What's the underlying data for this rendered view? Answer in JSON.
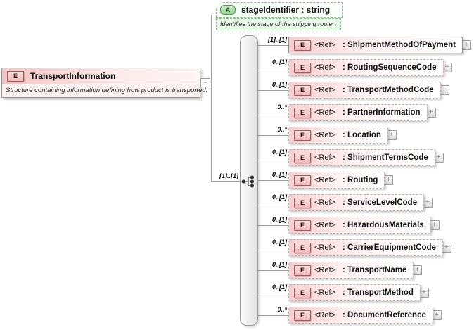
{
  "root_element": {
    "icon": "E",
    "title": "TransportInformation",
    "annotation": "Structure containing information defining how product is transported."
  },
  "attribute": {
    "icon": "A",
    "label": "stageIdentifier : string",
    "annotation": "Identifies the stage of the shipping route."
  },
  "sequence": {
    "compositor": "sequence",
    "cardinality": "[1]..[1]"
  },
  "icons": {
    "collapse": "−",
    "expand": "+",
    "element_badge": "E",
    "attribute_badge": "A"
  },
  "colors": {
    "element_fill": "#f7cdcd",
    "element_border": "#999999",
    "attribute_fill": "#e9f7e9",
    "attribute_border": "#8cb48c",
    "bar_fill": "#e8e8e8",
    "connector": "#9a9a9a"
  },
  "elements": [
    {
      "cardinality": "[1]..[1]",
      "icon": "E",
      "ref": "<Ref>",
      "name": ": ShipmentMethodOfPayment",
      "required": true
    },
    {
      "cardinality": "0..[1]",
      "icon": "E",
      "ref": "<Ref>",
      "name": ": RoutingSequenceCode",
      "required": false
    },
    {
      "cardinality": "0..[1]",
      "icon": "E",
      "ref": "<Ref>",
      "name": ": TransportMethodCode",
      "required": false
    },
    {
      "cardinality": "0..*",
      "icon": "E",
      "ref": "<Ref>",
      "name": ": PartnerInformation",
      "required": false
    },
    {
      "cardinality": "0..*",
      "icon": "E",
      "ref": "<Ref>",
      "name": ": Location",
      "required": false
    },
    {
      "cardinality": "0..[1]",
      "icon": "E",
      "ref": "<Ref>",
      "name": ": ShipmentTermsCode",
      "required": false
    },
    {
      "cardinality": "0..[1]",
      "icon": "E",
      "ref": "<Ref>",
      "name": ": Routing",
      "required": false
    },
    {
      "cardinality": "0..[1]",
      "icon": "E",
      "ref": "<Ref>",
      "name": ": ServiceLevelCode",
      "required": false
    },
    {
      "cardinality": "0..[1]",
      "icon": "E",
      "ref": "<Ref>",
      "name": ": HazardousMaterials",
      "required": false
    },
    {
      "cardinality": "0..[1]",
      "icon": "E",
      "ref": "<Ref>",
      "name": ": CarrierEquipmentCode",
      "required": false
    },
    {
      "cardinality": "0..[1]",
      "icon": "E",
      "ref": "<Ref>",
      "name": ": TransportName",
      "required": false
    },
    {
      "cardinality": "0..[1]",
      "icon": "E",
      "ref": "<Ref>",
      "name": ": TransportMethod",
      "required": false
    },
    {
      "cardinality": "0..*",
      "icon": "E",
      "ref": "<Ref>",
      "name": ": DocumentReference",
      "required": false
    }
  ]
}
